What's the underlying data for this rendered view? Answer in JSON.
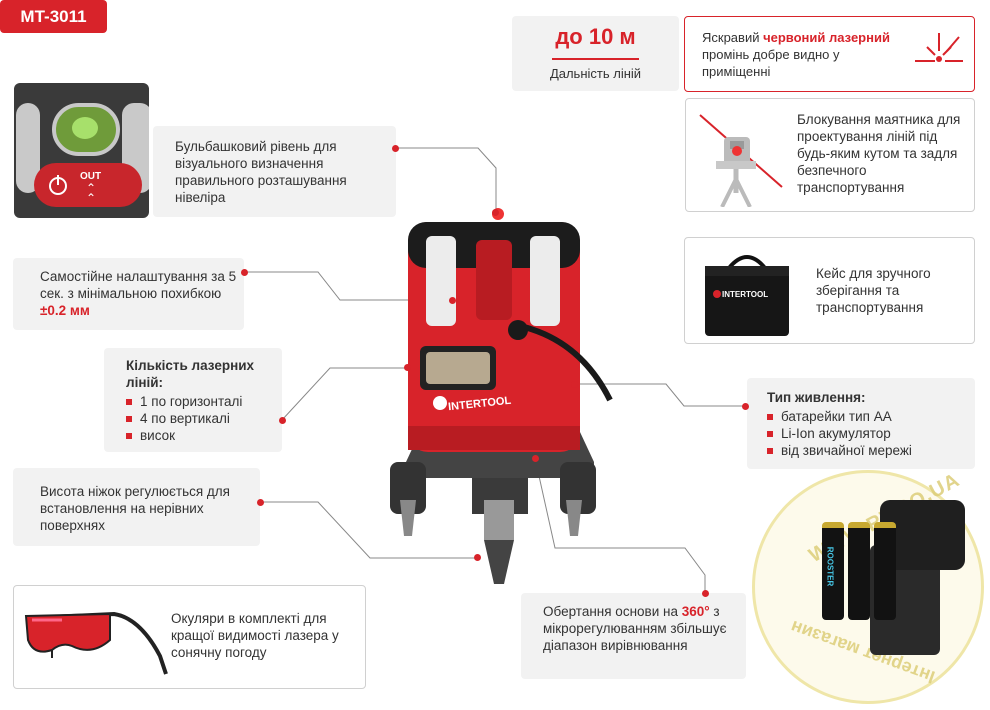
{
  "model": "MT-3011",
  "range": {
    "value": "до 10 м",
    "label": "Дальність ліній"
  },
  "laser_info": {
    "pre": "Яскравий ",
    "highlight": "червоний лазерний",
    "post": "промінь добре видно у приміщенні"
  },
  "pendulum": "Блокування маятника для проектування ліній під будь-яким кутом та задля безпечного транспортування",
  "case": "Кейс для зручного зберігання та транспортування",
  "bubble_level": "Бульбашковий рівень для візуального визначення правильного розташування нівеліра",
  "self_leveling": {
    "text": "Самостійне налаштування за 5 сек. з мінімальною похибкою ",
    "highlight": "±0.2 мм"
  },
  "lines": {
    "title": "Кількість лазерних ліній:",
    "items": [
      "1 по горизонталі",
      "4 по вертикалі",
      "висок"
    ]
  },
  "power": {
    "title": "Тип живлення:",
    "items": [
      "батарейки тип АА",
      "Li-Ion акумулятор",
      "від звичайної мережі"
    ]
  },
  "legs": "Висота ніжок регулюється для встановлення на нерівних поверхнях",
  "rotation": {
    "pre": "Обертання основи на ",
    "highlight": "360°",
    "post": "з мікрорегулюванням збільшує діапазон вирівнювання"
  },
  "glasses": "Окуляри в комплекті для кращої видимості лазера у сонячну погоду",
  "panel": {
    "out_label": "OUT"
  },
  "brand": {
    "device": "INTERTOOL",
    "bag": "INTERTOOL",
    "battery": "ROOSTER",
    "watermark_url": "WWW.RT.CO.UA",
    "watermark_text": "Інтернет магазин"
  },
  "colors": {
    "accent": "#d8232a",
    "panel": "#f2f2f2"
  }
}
